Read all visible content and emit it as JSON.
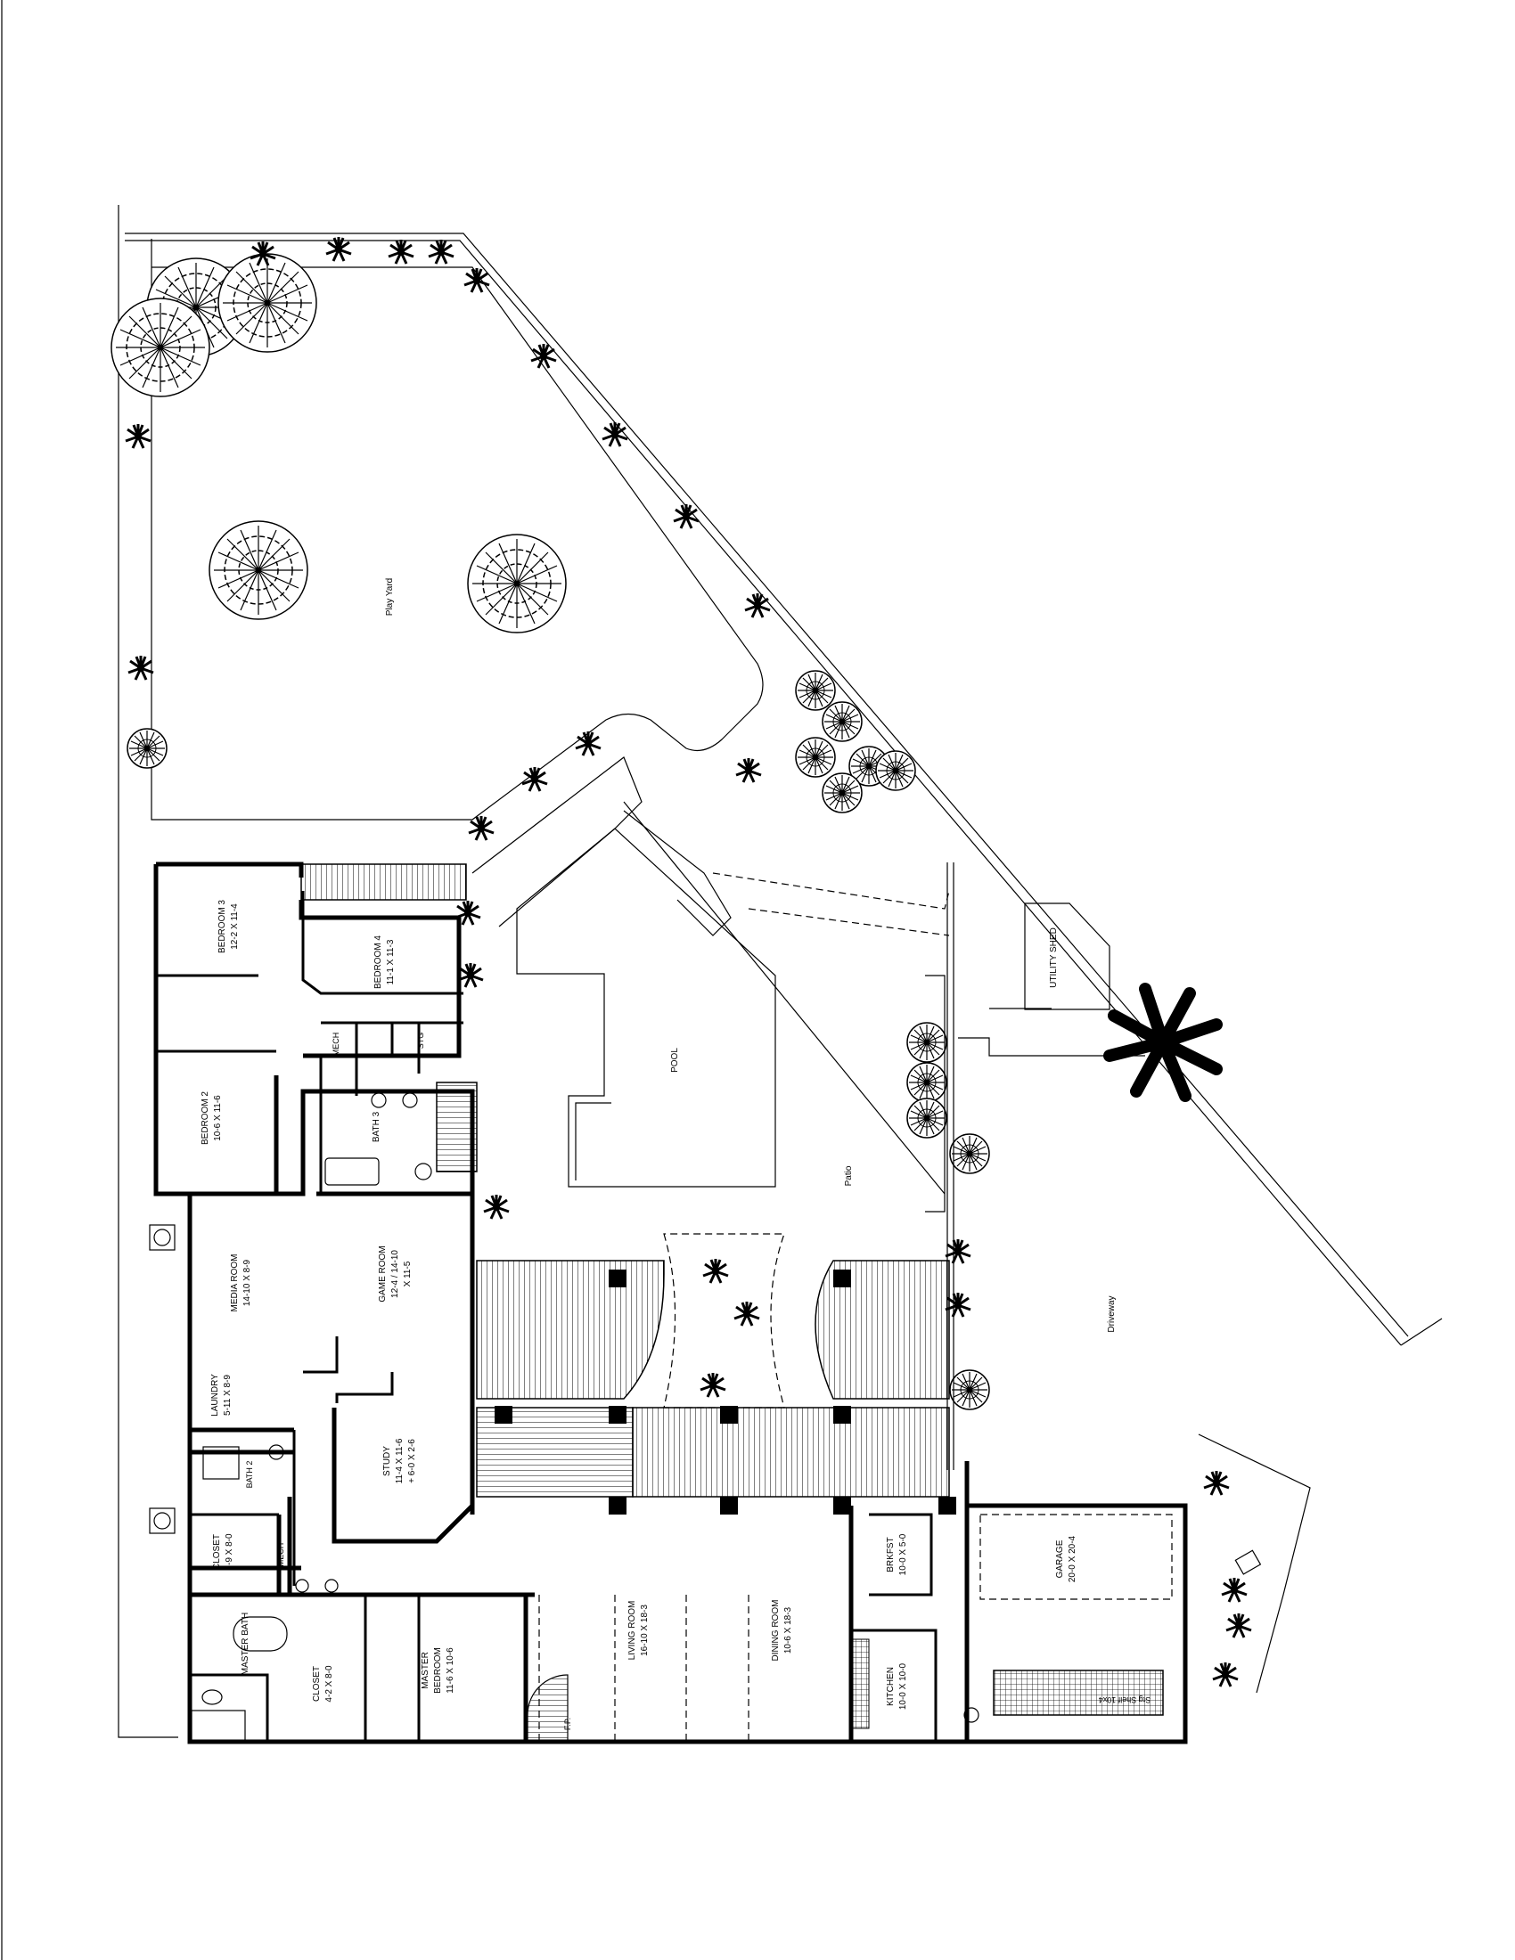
{
  "plan": {
    "areas": {
      "play_yard": "Play Yard",
      "pool": "POOL",
      "patio": "Patio",
      "driveway": "Driveway",
      "utility_shed": "UTILITY SHED"
    },
    "rooms": {
      "bedroom3": {
        "name": "BEDROOM 3",
        "size": "12-2 X 11-4"
      },
      "bedroom4": {
        "name": "BEDROOM 4",
        "size": "11-1 X 11-3"
      },
      "bedroom2": {
        "name": "BEDROOM 2",
        "size": "10-6 X 11-6"
      },
      "mech1": {
        "name": "MECH"
      },
      "stg": {
        "name": "STG"
      },
      "bath3": {
        "name": "BATH 3"
      },
      "media_room": {
        "name": "MEDIA ROOM",
        "size": "14-10 X 8-9"
      },
      "game_room": {
        "name": "GAME ROOM",
        "size": "12-4 / 14-10",
        "size2": "X 11-5"
      },
      "laundry": {
        "name": "LAUNDRY",
        "size": "5-11 X 8-9"
      },
      "study": {
        "name": "STUDY",
        "size": "11-4 X 11-6",
        "size2": "+ 6-0 X 2-6"
      },
      "bath2": {
        "name": "BATH 2"
      },
      "closet1": {
        "name": "CLOSET",
        "size": "5-9 X 8-0"
      },
      "mech2": {
        "name": "MECH"
      },
      "master_bath": {
        "name": "MASTER BATH"
      },
      "closet2": {
        "name": "CLOSET",
        "size": "4-2 X 8-0"
      },
      "master_bedroom": {
        "name": "MASTER",
        "name2": "BEDROOM",
        "size": "11-6 X 10-6"
      },
      "living_room": {
        "name": "LIVING ROOM",
        "size": "16-10 X 18-3"
      },
      "fp": {
        "name": "F.P."
      },
      "dining_room": {
        "name": "DINING ROOM",
        "size": "10-6 X 18-3"
      },
      "brkfst": {
        "name": "BRKFST",
        "size": "10-0 X 5-0"
      },
      "kitchen": {
        "name": "KITCHEN",
        "size": "10-0 X 10-0"
      },
      "garage": {
        "name": "GARAGE",
        "size": "20-0 X 20-4"
      },
      "stg_shelf": {
        "name": "Stg Shelf 10x4"
      }
    }
  }
}
